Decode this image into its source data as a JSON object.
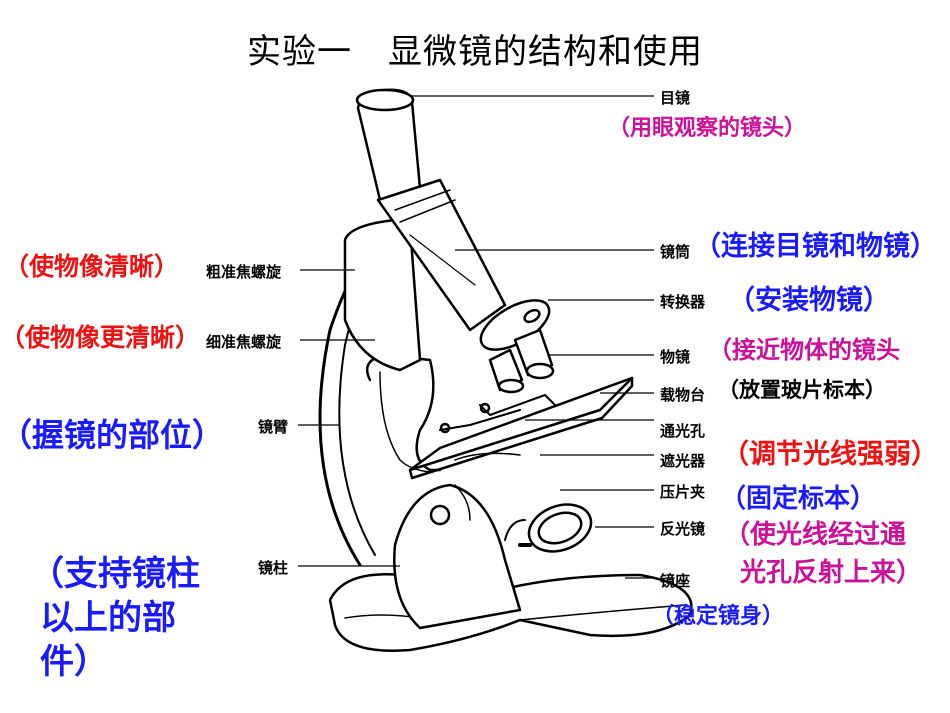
{
  "title": {
    "part1": "实验一",
    "part2": "显微镜的结构和使用"
  },
  "parts": {
    "eyepiece": "目镜",
    "tube": "镜筒",
    "nosepiece": "转换器",
    "objective": "物镜",
    "stage": "载物台",
    "aperture": "通光孔",
    "diaphragm": "遮光器",
    "clip": "压片夹",
    "mirror": "反光镜",
    "base": "镜座",
    "coarse": "粗准焦螺旋",
    "fine": "细准焦螺旋",
    "arm": "镜臂",
    "pillar": "镜柱"
  },
  "notes": {
    "eyepiece": "（用眼观察的镜头）",
    "tube": "（连接目镜和物镜）",
    "nosepiece": "（安装物镜）",
    "objective": "（接近物体的镜头",
    "stage": "（放置玻片标本）",
    "diaphragm": "（调节光线强弱）",
    "clip": "（固定标本）",
    "mirror_line1": "（使光线经过通",
    "mirror_line2": "光孔反射上来）",
    "base": "（稳定镜身）",
    "coarse": "（使物像清晰）",
    "fine": "（使物像更清晰）",
    "arm": "（握镜的部位）",
    "pillar_line1": "（支持镜柱",
    "pillar_line2": "以上的部",
    "pillar_line3": "件）"
  },
  "colors": {
    "blue": "#1a1aff",
    "red": "#ee1111",
    "magenta": "#cc1199",
    "black": "#000000"
  }
}
